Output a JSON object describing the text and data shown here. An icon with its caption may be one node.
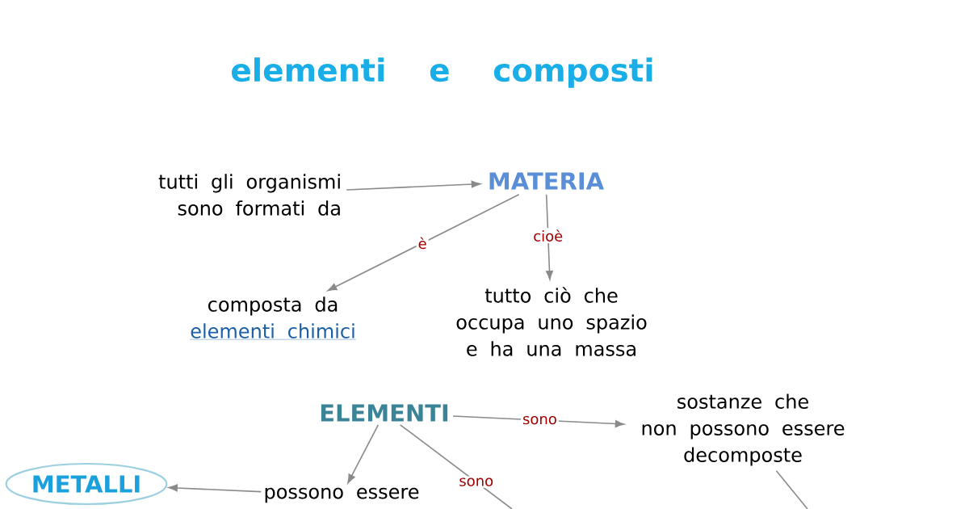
{
  "diagram": {
    "title": "elementi e composti",
    "nodes": [
      {
        "text": [
          "tutti gli organismi sono formati da"
        ]
      },
      {
        "text": [
          "MATERIA"
        ]
      },
      {
        "text": [
          "composta da",
          "elementi chimici"
        ]
      },
      {
        "text": [
          "tutto ciò che occupa uno spazio e ha una massa"
        ]
      },
      {
        "text": [
          "ELEMENTI"
        ]
      },
      {
        "text": [
          "sostanze che non possono essere decomposte"
        ]
      },
      {
        "text": [
          "possono essere"
        ]
      },
      {
        "text": [
          "METALLI"
        ]
      }
    ],
    "edges": [
      {
        "from": 0,
        "to": 1,
        "arrow": "to"
      },
      {
        "from": 1,
        "to": 2,
        "arrow": "to",
        "label": "è"
      },
      {
        "from": 1,
        "to": 3,
        "arrow": "to",
        "label": "cioè"
      },
      {
        "from": 4,
        "to": 5,
        "arrow": "to",
        "label": "sono"
      },
      {
        "from": 4,
        "to": 6,
        "arrow": "to"
      },
      {
        "from": 6,
        "to": 7,
        "arrow": "to"
      },
      {
        "from": 4,
        "to": null,
        "arrow": "none",
        "label": "sono"
      },
      {
        "from": 5,
        "to": null,
        "arrow": "none"
      }
    ]
  }
}
